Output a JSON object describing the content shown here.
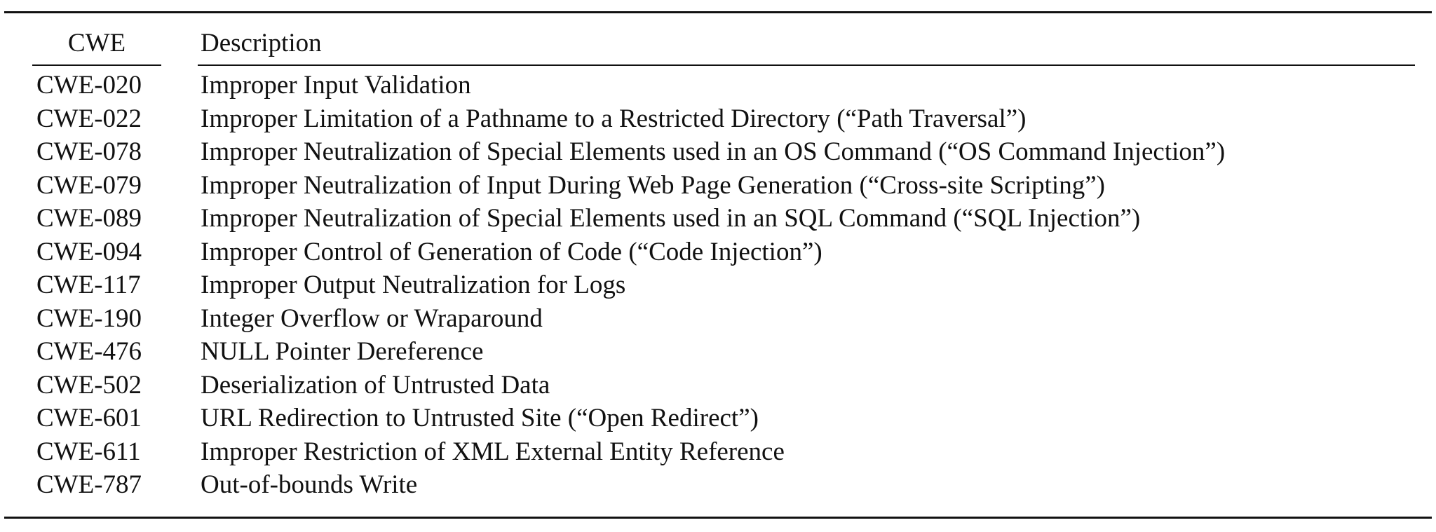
{
  "table": {
    "columns": [
      "CWE",
      "Description"
    ],
    "rows": [
      {
        "cwe": "CWE-020",
        "description": "Improper Input Validation"
      },
      {
        "cwe": "CWE-022",
        "description": "Improper Limitation of a Pathname to a Restricted Directory (“Path Traversal”)"
      },
      {
        "cwe": "CWE-078",
        "description": "Improper Neutralization of Special Elements used in an OS Command (“OS Command Injection”)"
      },
      {
        "cwe": "CWE-079",
        "description": "Improper Neutralization of Input During Web Page Generation (“Cross-site Scripting”)"
      },
      {
        "cwe": "CWE-089",
        "description": "Improper Neutralization of Special Elements used in an SQL Command (“SQL Injection”)"
      },
      {
        "cwe": "CWE-094",
        "description": "Improper Control of Generation of Code (“Code Injection”)"
      },
      {
        "cwe": "CWE-117",
        "description": "Improper Output Neutralization for Logs"
      },
      {
        "cwe": "CWE-190",
        "description": "Integer Overflow or Wraparound"
      },
      {
        "cwe": "CWE-476",
        "description": "NULL Pointer Dereference"
      },
      {
        "cwe": "CWE-502",
        "description": "Deserialization of Untrusted Data"
      },
      {
        "cwe": "CWE-601",
        "description": "URL Redirection to Untrusted Site (“Open Redirect”)"
      },
      {
        "cwe": "CWE-611",
        "description": "Improper Restriction of XML External Entity Reference"
      },
      {
        "cwe": "CWE-787",
        "description": "Out-of-bounds Write"
      }
    ]
  }
}
